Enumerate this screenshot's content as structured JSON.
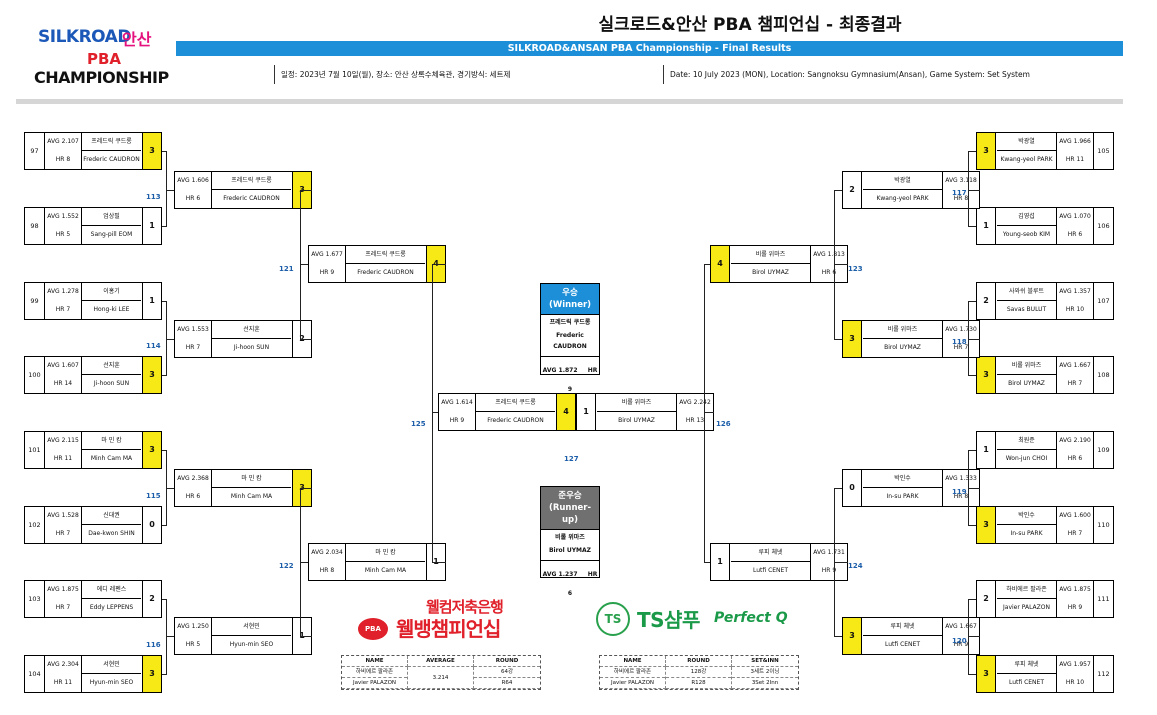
{
  "brand": {
    "line1": "SILKROAD",
    "line1b": "안산",
    "line2": "PBA",
    "line3": "CHAMPIONSHIP"
  },
  "title_kr": "실크로드&안산 PBA 챔피언십 - 최종결과",
  "title_en": "SILKROAD&ANSAN PBA Championship - Final Results",
  "info_kr": "일정: 2023년 7월 10일(월), 장소: 안산 상록수체육관, 경기방식: 세트제",
  "info_en": "Date: 10 July 2023 (MON), Location: Sangnoksu Gymnasium(Ansan), Game System: Set System",
  "colors": {
    "accent_blue": "#1d8fd8",
    "winner_yellow": "#f7e916",
    "winner_blue": "#1d8fd8",
    "runnerup_gray": "#707070",
    "match_number": "#1b5da8"
  },
  "left_r1": [
    {
      "seed": "97",
      "avg": "AVG 2.107",
      "hr": "HR 8",
      "kr": "프레드릭 쿠드롱",
      "en": "Frederic CAUDRON",
      "score": "3",
      "win": true
    },
    {
      "seed": "98",
      "avg": "AVG 1.552",
      "hr": "HR 5",
      "kr": "엄상필",
      "en": "Sang-pill EOM",
      "score": "1",
      "win": false
    },
    {
      "seed": "99",
      "avg": "AVG 1.278",
      "hr": "HR 7",
      "kr": "이홍기",
      "en": "Hong-ki LEE",
      "score": "1",
      "win": false
    },
    {
      "seed": "100",
      "avg": "AVG 1.607",
      "hr": "HR 14",
      "kr": "선지훈",
      "en": "Ji-hoon SUN",
      "score": "3",
      "win": true
    },
    {
      "seed": "101",
      "avg": "AVG 2.115",
      "hr": "HR 11",
      "kr": "마 민 캄",
      "en": "Minh Cam MA",
      "score": "3",
      "win": true
    },
    {
      "seed": "102",
      "avg": "AVG 1.528",
      "hr": "HR 7",
      "kr": "신대권",
      "en": "Dae-kwon SHIN",
      "score": "0",
      "win": false
    },
    {
      "seed": "103",
      "avg": "AVG 1.875",
      "hr": "HR 7",
      "kr": "에디 레펜스",
      "en": "Eddy LEPPENS",
      "score": "2",
      "win": false
    },
    {
      "seed": "104",
      "avg": "AVG 2.304",
      "hr": "HR 11",
      "kr": "서현민",
      "en": "Hyun-min SEO",
      "score": "3",
      "win": true
    }
  ],
  "left_r2": [
    {
      "avg": "AVG 1.606",
      "hr": "HR 6",
      "kr": "프레드릭 쿠드롱",
      "en": "Frederic CAUDRON",
      "score": "3",
      "win": true
    },
    {
      "avg": "AVG 1.553",
      "hr": "HR 7",
      "kr": "선지훈",
      "en": "Ji-hoon SUN",
      "score": "2",
      "win": false
    },
    {
      "avg": "AVG 2.368",
      "hr": "HR 6",
      "kr": "마 민 캄",
      "en": "Minh Cam MA",
      "score": "3",
      "win": true
    },
    {
      "avg": "AVG 1.250",
      "hr": "HR 5",
      "kr": "서현민",
      "en": "Hyun-min SEO",
      "score": "1",
      "win": false
    }
  ],
  "left_r3": [
    {
      "avg": "AVG 1.677",
      "hr": "HR 9",
      "kr": "프레드릭 쿠드롱",
      "en": "Frederic CAUDRON",
      "score": "4",
      "win": true
    },
    {
      "avg": "AVG 2.034",
      "hr": "HR 8",
      "kr": "마 민 캄",
      "en": "Minh Cam MA",
      "score": "1",
      "win": false
    }
  ],
  "left_final": {
    "avg": "AVG 1.614",
    "hr": "HR 9",
    "kr": "프레드릭 쿠드롱",
    "en": "Frederic CAUDRON",
    "score": "4",
    "win": true
  },
  "right_final": {
    "avg": "AVG 2.242",
    "hr": "HR 13",
    "kr": "비롤 위마즈",
    "en": "Birol UYMAZ",
    "score": "1",
    "win": false
  },
  "right_r3": [
    {
      "avg": "AVG 1.813",
      "hr": "HR 6",
      "kr": "비롤 위마즈",
      "en": "Birol UYMAZ",
      "score": "4",
      "win": true
    },
    {
      "avg": "AVG 1.731",
      "hr": "HR 9",
      "kr": "루피 체넷",
      "en": "Lutfi CENET",
      "score": "1",
      "win": false
    }
  ],
  "right_r2": [
    {
      "avg": "AVG 3.118",
      "hr": "HR 8",
      "kr": "박광열",
      "en": "Kwang-yeol PARK",
      "score": "2",
      "win": false
    },
    {
      "avg": "AVG 1.730",
      "hr": "HR 7",
      "kr": "비롤 위마즈",
      "en": "Birol UYMAZ",
      "score": "3",
      "win": true
    },
    {
      "avg": "AVG 1.333",
      "hr": "HR 8",
      "kr": "박인수",
      "en": "In-su PARK",
      "score": "0",
      "win": false
    },
    {
      "avg": "AVG 1.667",
      "hr": "HR 9",
      "kr": "루피 체넷",
      "en": "Lutfi CENET",
      "score": "3",
      "win": true
    }
  ],
  "right_r1": [
    {
      "seed": "105",
      "avg": "AVG 1.966",
      "hr": "HR 11",
      "kr": "박광열",
      "en": "Kwang-yeol PARK",
      "score": "3",
      "win": true
    },
    {
      "seed": "106",
      "avg": "AVG 1.070",
      "hr": "HR 6",
      "kr": "김영섭",
      "en": "Young-seob KIM",
      "score": "1",
      "win": false
    },
    {
      "seed": "107",
      "avg": "AVG 1.357",
      "hr": "HR 10",
      "kr": "사와쉬 블루트",
      "en": "Savas BULUT",
      "score": "2",
      "win": false
    },
    {
      "seed": "108",
      "avg": "AVG 1.667",
      "hr": "HR 7",
      "kr": "비롤 위마즈",
      "en": "Birol UYMAZ",
      "score": "3",
      "win": true
    },
    {
      "seed": "109",
      "avg": "AVG 2.190",
      "hr": "HR 6",
      "kr": "최원준",
      "en": "Won-jun CHOI",
      "score": "1",
      "win": false
    },
    {
      "seed": "110",
      "avg": "AVG 1.600",
      "hr": "HR 7",
      "kr": "박인수",
      "en": "In-su PARK",
      "score": "3",
      "win": true
    },
    {
      "seed": "111",
      "avg": "AVG 1.875",
      "hr": "HR 9",
      "kr": "하비에르 팔라존",
      "en": "Javier PALAZON",
      "score": "2",
      "win": false
    },
    {
      "seed": "112",
      "avg": "AVG 1.957",
      "hr": "HR 10",
      "kr": "루피 체넷",
      "en": "Lutfi CENET",
      "score": "3",
      "win": true
    }
  ],
  "match_numbers": {
    "left_r1": [
      "113",
      "114",
      "115",
      "116"
    ],
    "left_r2": [
      "121",
      "122"
    ],
    "left_r3": "125",
    "right_r1": [
      "117",
      "118",
      "119",
      "120"
    ],
    "right_r2": [
      "123",
      "124"
    ],
    "right_r3": "126",
    "final": "127"
  },
  "winner": {
    "title": "우승",
    "title_en": "(Winner)",
    "kr": "프레드릭 쿠드롱",
    "en": "Frederic CAUDRON",
    "avg": "AVG 1.872",
    "hr": "HR 9"
  },
  "runnerup": {
    "title": "준우승",
    "title_en": "(Runner-up)",
    "kr": "비롤 위마즈",
    "en": "Birol UYMAZ",
    "avg": "AVG 1.237",
    "hr": "HR 6"
  },
  "sponsor1": {
    "line1": "웰컴저축은행",
    "line2": "웰뱅챔피언십",
    "badge": "PBA"
  },
  "sponsor2": {
    "icon": "TS",
    "name": "TS샴푸",
    "tag": "Perfect Q"
  },
  "table1": {
    "headers": [
      "NAME",
      "AVERAGE",
      "ROUND"
    ],
    "name_kr": "하비에르 팔라존",
    "name_en": "Javier PALAZON",
    "average": "3.214",
    "round_kr": "64강",
    "round_en": "R64"
  },
  "table2": {
    "headers": [
      "NAME",
      "ROUND",
      "SET&INN"
    ],
    "name_kr": "하비에르 팔라존",
    "name_en": "Javier PALAZON",
    "round_kr": "128강",
    "round_en": "R128",
    "set_kr": "3세트 2이닝",
    "set_en": "3Set 2Inn"
  }
}
